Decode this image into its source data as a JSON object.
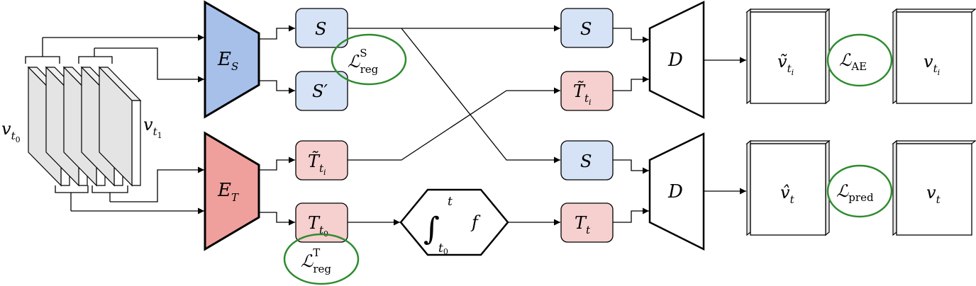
{
  "encoders": {
    "spatial": {
      "label": "E",
      "sub": "S",
      "color": "#a7c0ea"
    },
    "temporal": {
      "label": "E",
      "sub": "T",
      "color": "#f0a09c"
    }
  },
  "decoders": {
    "label": "D"
  },
  "latents": {
    "s": "S",
    "s_prime": "S′",
    "t_tilde": {
      "label": "T̃",
      "sub": "t",
      "subsub": "i"
    },
    "t0": {
      "label": "T",
      "sub": "t",
      "subsub": "0"
    },
    "t_t": {
      "label": "T",
      "sub": "t"
    }
  },
  "integral": {
    "upper": "t",
    "lower": "t",
    "lowersub": "0",
    "integrand": "f"
  },
  "frames": {
    "v_t0": {
      "label": "v",
      "sub": "t",
      "subsub": "0"
    },
    "v_t1": {
      "label": "v",
      "sub": "t",
      "subsub": "1"
    }
  },
  "outputs": {
    "v_tilde": {
      "label": "ṽ",
      "sub": "t",
      "subsub": "i"
    },
    "v_ti": {
      "label": "v",
      "sub": "t",
      "subsub": "i"
    },
    "v_hat": {
      "label": "v̂",
      "sub": "t"
    },
    "v_t": {
      "label": "v",
      "sub": "t"
    }
  },
  "losses": {
    "reg_s": {
      "label": "ℒ",
      "sup": "S",
      "sub": "reg"
    },
    "reg_t": {
      "label": "ℒ",
      "sup": "T",
      "sub": "reg"
    },
    "ae": {
      "label": "ℒ",
      "sub": "AE"
    },
    "pred": {
      "label": "ℒ",
      "sub": "pred"
    }
  },
  "colors": {
    "spatial_fill": "#d6e2f6",
    "temporal_fill": "#f6cfcf",
    "loss_stroke": "#2e8b2e",
    "frame_fill": "#e4e4e4"
  }
}
